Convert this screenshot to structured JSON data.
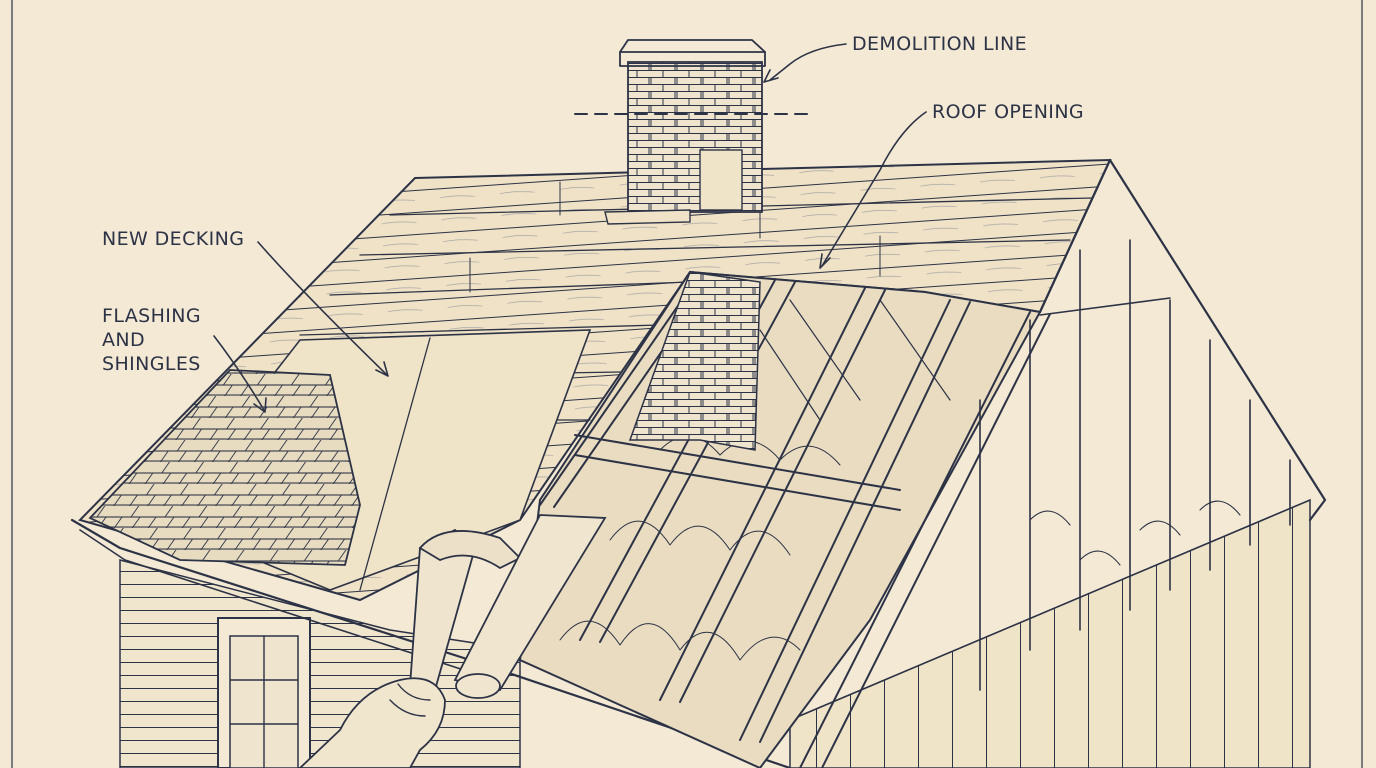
{
  "labels": {
    "demolition_line": "DEMOLITION LINE",
    "roof_opening": "ROOF OPENING",
    "new_decking": "NEW DECKING",
    "flashing_line1": "FLASHING",
    "flashing_line2": "AND",
    "flashing_line3": "SHINGLES"
  },
  "colors": {
    "paper": "#f3e9d4",
    "ink": "#2d3346",
    "wood": "#efe2c6",
    "insulation": "#e9dcc0"
  }
}
